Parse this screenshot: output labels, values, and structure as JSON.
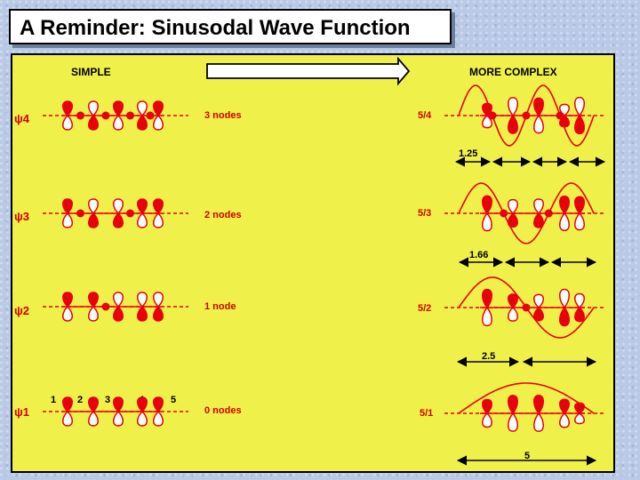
{
  "title": "A Reminder: Sinusodal Wave Function",
  "headers": {
    "simple": "SIMPLE",
    "complex": "MORE COMPLEX"
  },
  "rows": [
    {
      "psi": "ψ4",
      "nodes": "3 nodes",
      "ratio": "5/4",
      "spacing": "1.25"
    },
    {
      "psi": "ψ3",
      "nodes": "2 nodes",
      "ratio": "5/3",
      "spacing": "1.66"
    },
    {
      "psi": "ψ2",
      "nodes": "1 node",
      "ratio": "5/2",
      "spacing": "2.5"
    },
    {
      "psi": "ψ1",
      "nodes": "0 nodes",
      "ratio": "5/1",
      "spacing": "5"
    }
  ],
  "atom_numbers": [
    "1",
    "2",
    "3",
    "4",
    "5"
  ],
  "colors": {
    "panel": "#f0f04a",
    "lobe": "#e8000c",
    "background": "#b9c9e6"
  }
}
